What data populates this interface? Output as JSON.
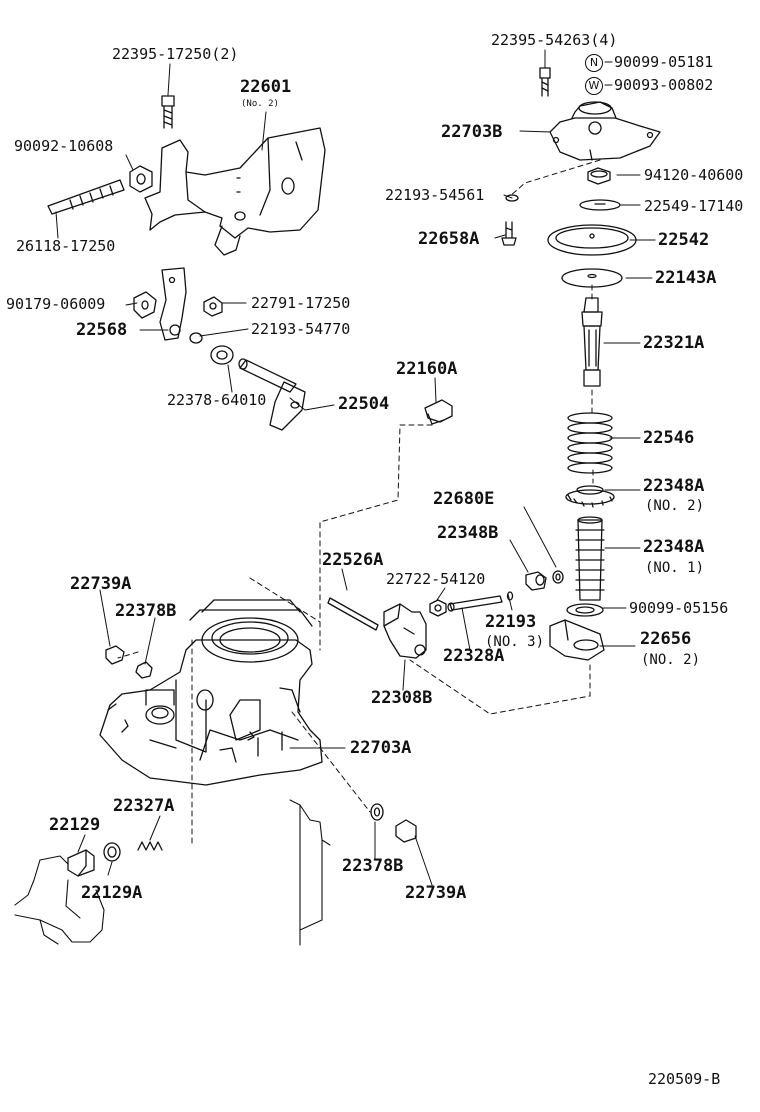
{
  "diagram": {
    "drawing_code": "220509-B",
    "parts": [
      {
        "id": "p1",
        "number": "22395-17250(2)"
      },
      {
        "id": "p2",
        "number": "22601"
      },
      {
        "id": "p3",
        "number": "(No. 2)"
      },
      {
        "id": "p4",
        "number": "90092-10608"
      },
      {
        "id": "p5",
        "number": "26118-17250"
      },
      {
        "id": "p6",
        "number": "90179-06009"
      },
      {
        "id": "p7",
        "number": "22568"
      },
      {
        "id": "p8",
        "number": "22791-17250"
      },
      {
        "id": "p9",
        "number": "22193-54770"
      },
      {
        "id": "p10",
        "number": "22378-64010"
      },
      {
        "id": "p11",
        "number": "22504"
      },
      {
        "id": "p12",
        "number": "22160A"
      },
      {
        "id": "p13",
        "number": "22395-54263(4)"
      },
      {
        "id": "p14",
        "number": "90099-05181"
      },
      {
        "id": "p15",
        "number": "90093-00802"
      },
      {
        "id": "p16",
        "number": "22703B"
      },
      {
        "id": "p17",
        "number": "94120-40600"
      },
      {
        "id": "p18",
        "number": "22193-54561"
      },
      {
        "id": "p19",
        "number": "22549-17140"
      },
      {
        "id": "p20",
        "number": "22658A"
      },
      {
        "id": "p21",
        "number": "22542"
      },
      {
        "id": "p22",
        "number": "22143A"
      },
      {
        "id": "p23",
        "number": "22321A"
      },
      {
        "id": "p24",
        "number": "22546"
      },
      {
        "id": "p25",
        "number": "22348A"
      },
      {
        "id": "p26",
        "number": "(NO. 2)"
      },
      {
        "id": "p27",
        "number": "22680E"
      },
      {
        "id": "p28",
        "number": "22348B"
      },
      {
        "id": "p29",
        "number": "22348A"
      },
      {
        "id": "p30",
        "number": "(NO. 1)"
      },
      {
        "id": "p31",
        "number": "22526A"
      },
      {
        "id": "p32",
        "number": "22722-54120"
      },
      {
        "id": "p33",
        "number": "90099-05156"
      },
      {
        "id": "p34",
        "number": "22739A"
      },
      {
        "id": "p35",
        "number": "22378B"
      },
      {
        "id": "p36",
        "number": "22193"
      },
      {
        "id": "p37",
        "number": "(NO. 3)"
      },
      {
        "id": "p38",
        "number": "22328A"
      },
      {
        "id": "p39",
        "number": "22656"
      },
      {
        "id": "p40",
        "number": "(NO. 2)"
      },
      {
        "id": "p41",
        "number": "22308B"
      },
      {
        "id": "p42",
        "number": "22703A"
      },
      {
        "id": "p43",
        "number": "22327A"
      },
      {
        "id": "p44",
        "number": "22129"
      },
      {
        "id": "p45",
        "number": "22378B"
      },
      {
        "id": "p46",
        "number": "22129A"
      },
      {
        "id": "p47",
        "number": "22739A"
      }
    ],
    "symbols": {
      "n_marker": "N",
      "w_marker": "W"
    }
  }
}
